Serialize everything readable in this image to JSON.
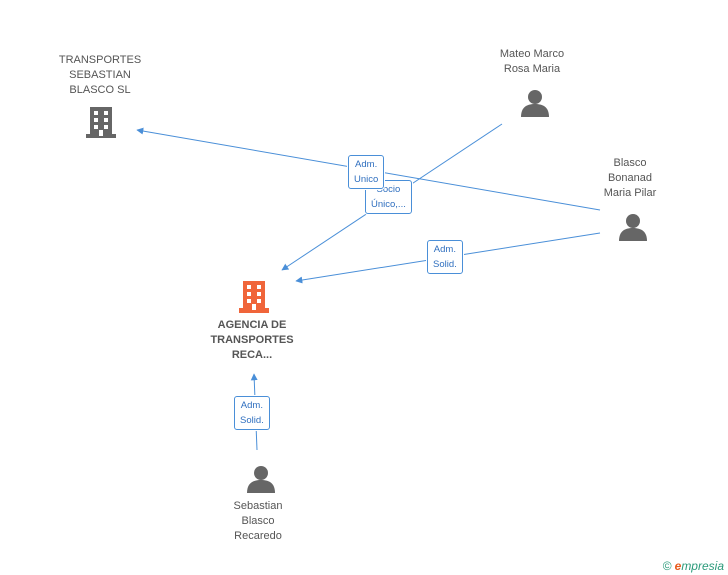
{
  "colors": {
    "edge": "#4a8fd8",
    "person": "#666666",
    "company": "#666666",
    "focus_company": "#f0653a"
  },
  "nodes": {
    "transportes": {
      "label": "TRANSPORTES\nSEBASTIAN\nBLASCO SL",
      "icon": "building-icon"
    },
    "mateo": {
      "label": "Mateo Marco\nRosa Maria",
      "icon": "person-icon"
    },
    "blasco_pilar": {
      "label": "Blasco\nBonanad\nMaria Pilar",
      "icon": "person-icon"
    },
    "agencia": {
      "label": "AGENCIA DE\nTRANSPORTES\nRECA...",
      "icon": "building-icon"
    },
    "sebastian": {
      "label": "Sebastian\nBlasco\nRecaredo",
      "icon": "person-icon"
    }
  },
  "edges": {
    "adm_unico": "Adm.\nUnico",
    "socio_unico": "Socio\nÚnico,...",
    "adm_solid_pilar": "Adm.\nSolid.",
    "adm_solid_sebastian": "Adm.\nSolid."
  },
  "footer": {
    "copyright": "©",
    "brand_initial": "e",
    "brand_rest": "mpresia"
  }
}
